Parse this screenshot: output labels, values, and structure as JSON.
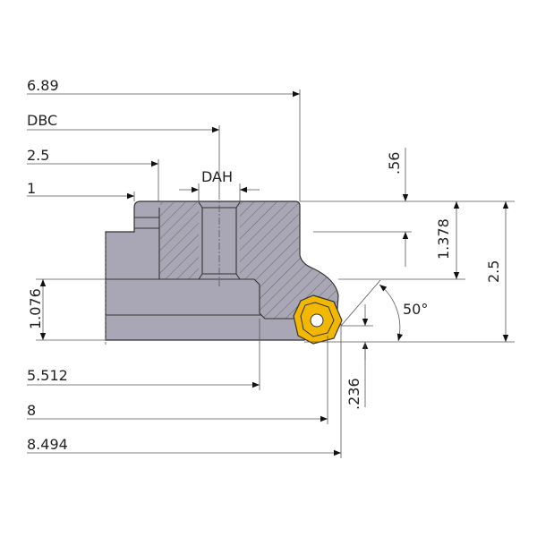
{
  "dimensions": {
    "d_6_89": "6.89",
    "dbc": "DBC",
    "d_2_5_top": "2.5",
    "d_1": "1",
    "dah": "DAH",
    "d_056": ".56",
    "d_1_378": "1.378",
    "d_2_5_right": "2.5",
    "d_1_076": "1.076",
    "d_5_512": "5.512",
    "d_8": "8",
    "d_8_494": "8.494",
    "d_0236": ".236",
    "angle": "50°"
  },
  "colors": {
    "body": "#a9a7b5",
    "insert": "#f2b700",
    "line": "#333333"
  }
}
